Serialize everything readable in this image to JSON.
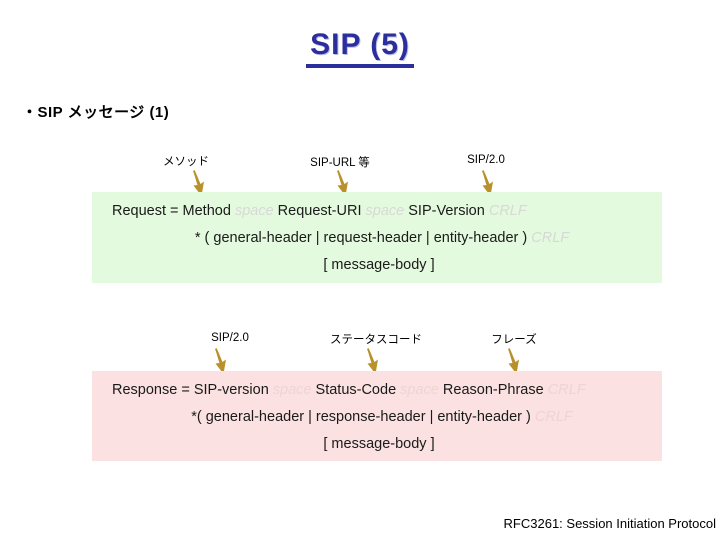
{
  "slide": {
    "title": "SIP (5)",
    "subtitle": "・SIP メッセージ (1)",
    "footer": "RFC3261: Session Initiation Protocol",
    "title_color": "#2b2f9e",
    "arrow_color": "#b8912a"
  },
  "request": {
    "background_color": "#e4fade",
    "labels": [
      {
        "text": "メソッド",
        "name": "label-method"
      },
      {
        "text": "SIP-URL 等",
        "name": "label-sip-url"
      },
      {
        "text": "SIP/2.0",
        "name": "label-sip-version"
      }
    ],
    "line1": {
      "t1": "Request  =  Method ",
      "d1": "space",
      "t2": " Request-URI ",
      "d2": "space",
      "t3": " SIP-Version ",
      "d3": "CRLF"
    },
    "line2": {
      "t1": "* ( general-header | request-header | entity-header ) ",
      "d1": "CRLF"
    },
    "line3": {
      "t1": "[ message-body ]"
    }
  },
  "response": {
    "background_color": "#fbe1e1",
    "labels": [
      {
        "text": "SIP/2.0",
        "name": "label-sip-version-resp"
      },
      {
        "text": "ステータスコード",
        "name": "label-status-code"
      },
      {
        "text": "フレーズ",
        "name": "label-reason-phrase"
      }
    ],
    "line1": {
      "t1": "Response  =  SIP-version ",
      "d1": "space",
      "t2": " Status-Code ",
      "d2": "space",
      "t3": " Reason-Phrase ",
      "d3": "CRLF"
    },
    "line2": {
      "t1": "*( general-header | response-header | entity-header ) ",
      "d1": "CRLF"
    },
    "line3": {
      "t1": "[ message-body ]"
    }
  }
}
